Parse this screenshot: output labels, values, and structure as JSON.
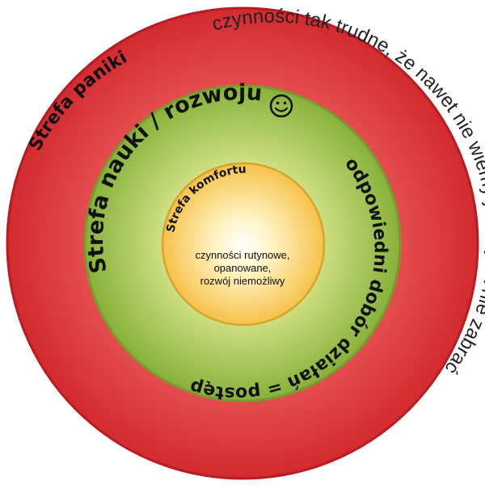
{
  "zones": {
    "panic": {
      "title": "Strefa paniki",
      "description": "czynności tak trudne, że nawet nie wiemy jak się za nie zabrać",
      "color": "#d7262b"
    },
    "learning": {
      "title": "Strefa nauki / rozwoju",
      "description": "odpowiedni dobór działań = postęp",
      "smiley_icon": "smiley-face-icon",
      "color": "#8fb53a"
    },
    "comfort": {
      "title": "Strefa komfortu",
      "description_lines": [
        "czynności rutynowe,",
        "opanowane,",
        "rozwój niemożliwy"
      ],
      "color": "#f7c64a"
    }
  }
}
